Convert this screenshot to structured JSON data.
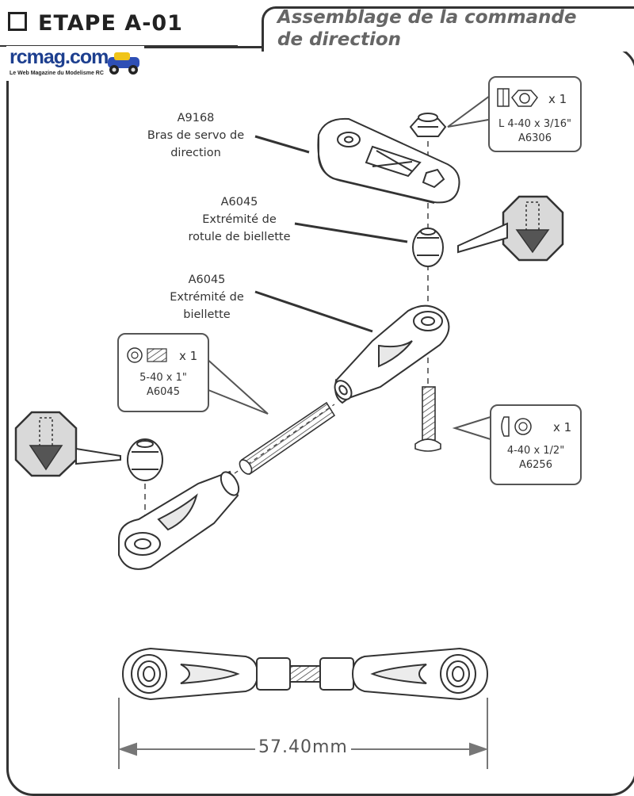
{
  "header": {
    "step_title": "ETAPE A-01",
    "description_line1": "Assemblage de la commande",
    "description_line2": "de direction"
  },
  "watermark": {
    "logo_text": "rcmag.com",
    "logo_subtitle": "Le Web Magazine du Modelisme RC"
  },
  "parts": {
    "servo_arm": {
      "code": "A9168",
      "line1": "Bras de servo de",
      "line2": "direction"
    },
    "ball_end": {
      "code": "A6045",
      "line1": "Extrémité de",
      "line2": "rotule de biellette"
    },
    "rod_end": {
      "code": "A6045",
      "line1": "Extrémité de",
      "line2": "biellette"
    }
  },
  "hardware": {
    "locknut": {
      "qty": "x 1",
      "spec": "L 4-40 x 3/16\"",
      "code": "A6306"
    },
    "setscrew": {
      "qty": "x 1",
      "spec": "5-40 x 1\"",
      "code": "A6045"
    },
    "screw": {
      "qty": "x 1",
      "spec": "4-40 x 1/2\"",
      "code": "A6256"
    }
  },
  "dimension": {
    "label": "57.40mm"
  },
  "colors": {
    "line": "#333333",
    "arrow_fill": "#555555",
    "octagon_fill": "#d9d9d9",
    "logo_blue": "#1d3f8f"
  },
  "icons": [
    "push-down-arrow-icon",
    "push-down-arrow-icon",
    "locknut-icon",
    "setscrew-icon",
    "button-head-screw-icon"
  ]
}
